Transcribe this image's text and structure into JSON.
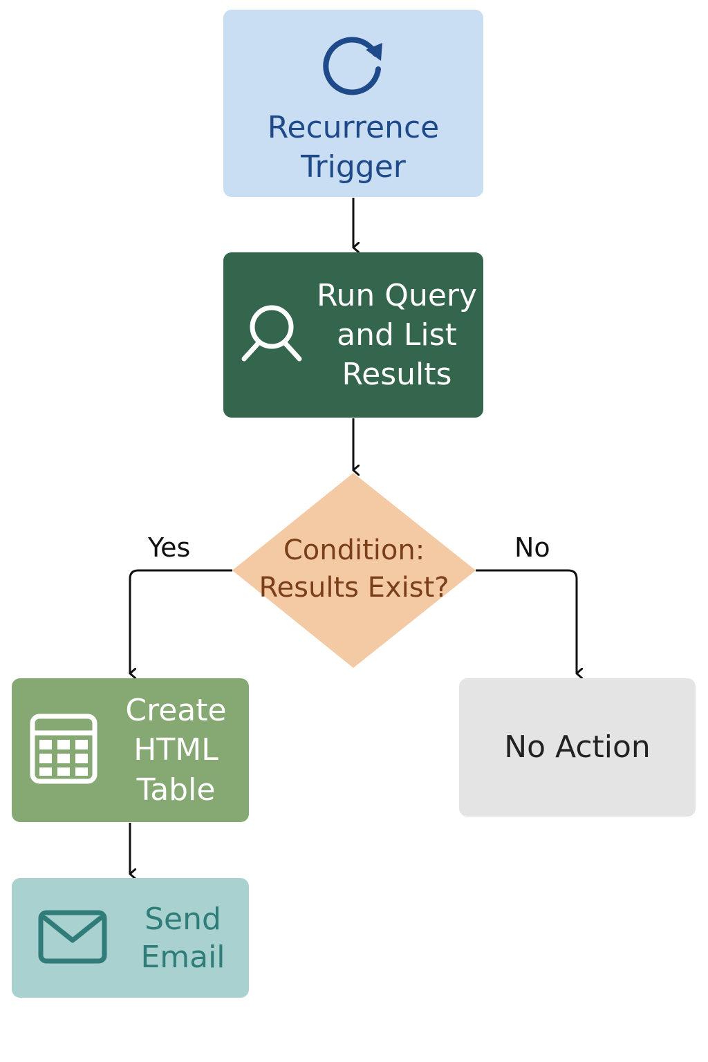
{
  "nodes": {
    "trigger": {
      "lines": [
        "Recurrence",
        "Trigger"
      ],
      "icon": "refresh-icon"
    },
    "query": {
      "lines": [
        "Run Query",
        "and List",
        "Results"
      ],
      "icon": "search-icon"
    },
    "condition": {
      "lines": [
        "Condition:",
        "Results Exist?"
      ]
    },
    "table": {
      "lines": [
        "Create",
        "HTML",
        "Table"
      ],
      "icon": "table-icon"
    },
    "email": {
      "lines": [
        "Send",
        "Email"
      ],
      "icon": "mail-icon"
    },
    "no_action": {
      "label": "No Action"
    }
  },
  "branches": {
    "yes": "Yes",
    "no": "No"
  },
  "colors": {
    "trigger_bg": "#c9ddf3",
    "trigger_text": "#1f4a8a",
    "query_bg": "#33664d",
    "condition_bg": "#f3caa4",
    "condition_text": "#7a3f1a",
    "table_bg": "#86a973",
    "email_bg": "#a8d1d0",
    "email_text": "#2f7c78",
    "no_action_bg": "#e4e4e4",
    "connector": "#111111"
  }
}
